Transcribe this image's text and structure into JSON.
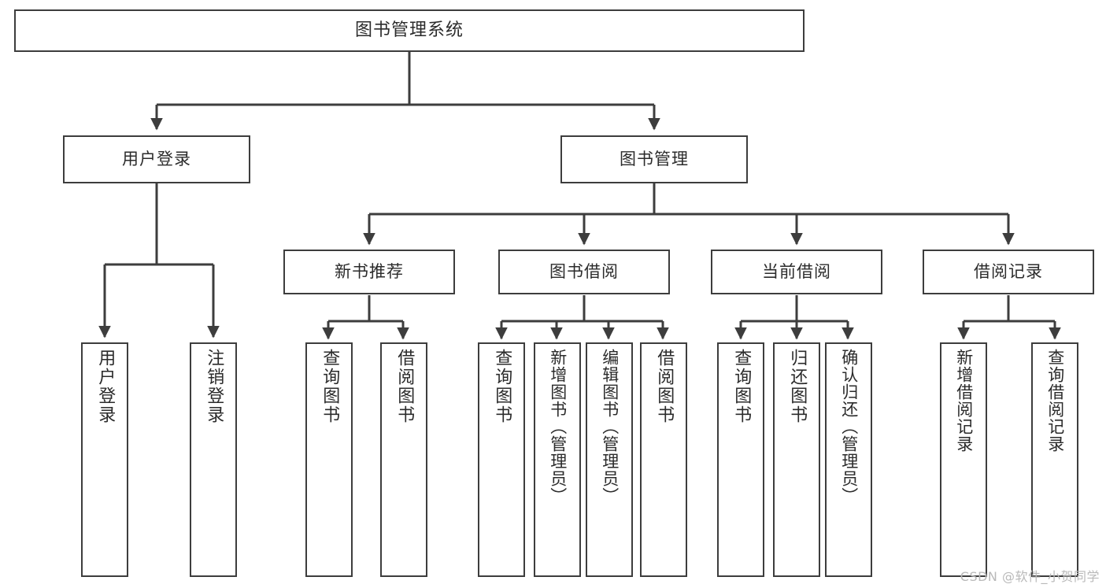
{
  "diagram": {
    "title": "图书管理系统",
    "type": "hierarchy-tree",
    "watermark": "CSDN @软件_小贺同学",
    "colors": {
      "border": "#3d3d3d",
      "background": "#ffffff",
      "text": "#2b2b2b",
      "watermark": "#b9b9b9"
    },
    "root": {
      "label": "图书管理系统"
    },
    "level1": [
      {
        "id": "user-login",
        "label": "用户登录"
      },
      {
        "id": "book-manage",
        "label": "图书管理"
      }
    ],
    "level2": [
      {
        "id": "new-book-recommend",
        "label": "新书推荐",
        "parent": "book-manage"
      },
      {
        "id": "book-borrow",
        "label": "图书借阅",
        "parent": "book-manage"
      },
      {
        "id": "current-borrow",
        "label": "当前借阅",
        "parent": "book-manage"
      },
      {
        "id": "borrow-record",
        "label": "借阅记录",
        "parent": "book-manage"
      }
    ],
    "leaves": {
      "user-login": [
        {
          "id": "leaf-user-login",
          "label": "用户登录"
        },
        {
          "id": "leaf-logout",
          "label": "注销登录"
        }
      ],
      "new-book-recommend": [
        {
          "id": "leaf-query-book-1",
          "label": "查询图书"
        },
        {
          "id": "leaf-borrow-book-1",
          "label": "借阅图书"
        }
      ],
      "book-borrow": [
        {
          "id": "leaf-query-book-2",
          "label": "查询图书"
        },
        {
          "id": "leaf-add-book",
          "label": "新增图书（管理员）"
        },
        {
          "id": "leaf-edit-book",
          "label": "编辑图书（管理员）"
        },
        {
          "id": "leaf-borrow-book-2",
          "label": "借阅图书"
        }
      ],
      "current-borrow": [
        {
          "id": "leaf-query-book-3",
          "label": "查询图书"
        },
        {
          "id": "leaf-return-book",
          "label": "归还图书"
        },
        {
          "id": "leaf-confirm-return",
          "label": "确认归还（管理员）"
        }
      ],
      "borrow-record": [
        {
          "id": "leaf-add-record",
          "label": "新增借阅记录"
        },
        {
          "id": "leaf-query-record",
          "label": "查询借阅记录"
        }
      ]
    }
  }
}
